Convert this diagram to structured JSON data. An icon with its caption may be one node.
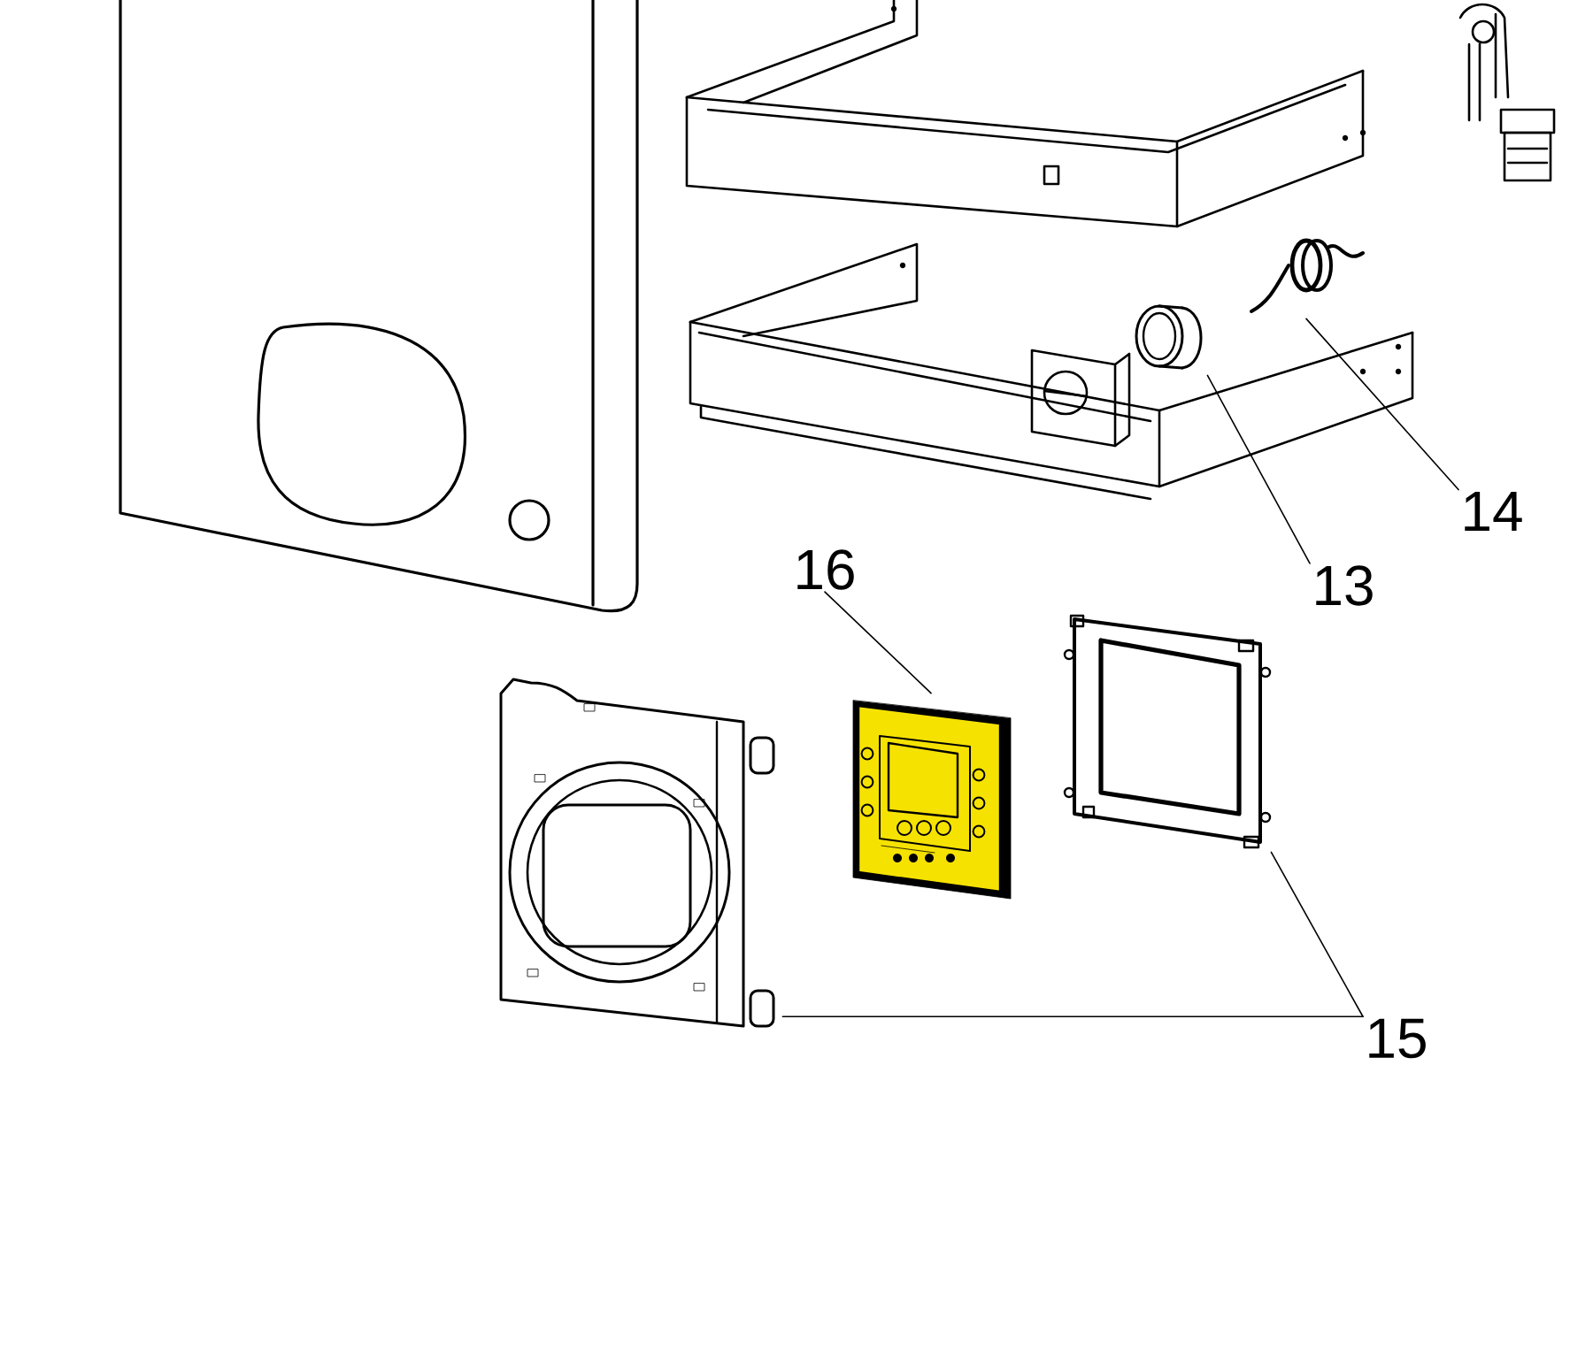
{
  "diagram": {
    "nodes": [
      {
        "text": [
          "14"
        ]
      },
      {
        "text": [],
        "shape": "picture"
      },
      {
        "text": [
          "13"
        ]
      },
      {
        "text": [],
        "shape": "picture"
      },
      {
        "text": [
          "16"
        ]
      },
      {
        "text": [],
        "shape": "picture"
      },
      {
        "text": [
          "15"
        ]
      },
      {
        "text": [],
        "shape": "picture"
      },
      {
        "text": [],
        "shape": "picture"
      }
    ],
    "edges": [
      {
        "from": 0,
        "to": 1,
        "arrow": "none"
      },
      {
        "from": 2,
        "to": 3,
        "arrow": "none"
      },
      {
        "from": 4,
        "to": 5,
        "arrow": "none"
      },
      {
        "from": 6,
        "to": 7,
        "arrow": "none"
      },
      {
        "from": 6,
        "to": 8,
        "arrow": "none"
      }
    ]
  }
}
